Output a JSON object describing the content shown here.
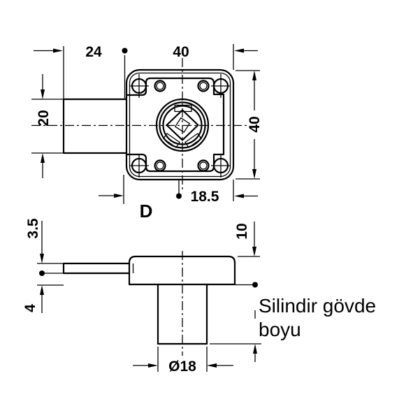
{
  "drawing": {
    "background": "#ffffff",
    "line_color": "#000000",
    "top_view": {
      "dim_bolt_protrusion": "24",
      "dim_plate_width": "40",
      "dim_plate_height": "40",
      "dim_housing_height": "20",
      "dim_axis_to_edge": "18.5",
      "dim_variable": "D"
    },
    "side_view": {
      "dim_bolt_thickness": "3.5",
      "dim_bolt_drop": "4",
      "dim_flange_depth": "10",
      "dim_cylinder_diameter": "Ø18",
      "note_line1": "Silindir gövde",
      "note_line2": "boyu"
    }
  }
}
